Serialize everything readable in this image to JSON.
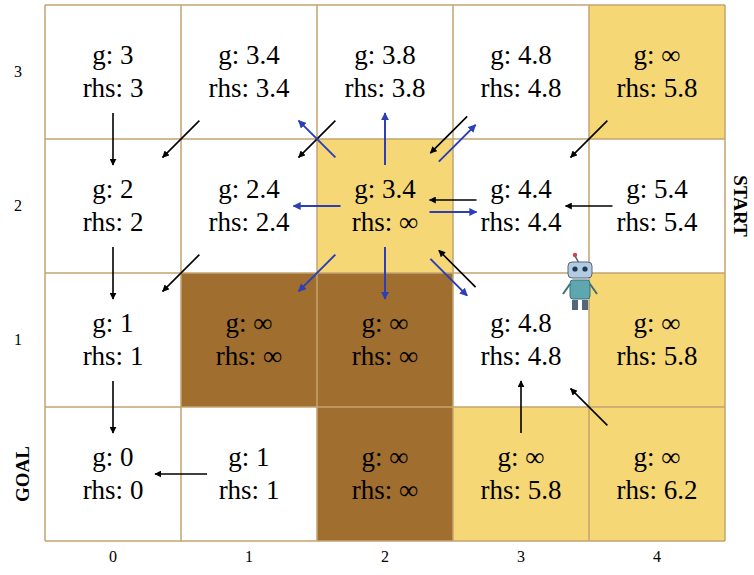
{
  "diagram": {
    "nodes": [
      {
        "text": [
          "g: 3",
          "rhs: 3"
        ]
      },
      {
        "text": [
          "g: 3.4",
          "rhs: 3.4"
        ]
      },
      {
        "text": [
          "g: 3.8",
          "rhs: 3.8"
        ]
      },
      {
        "text": [
          "g: 4.8",
          "rhs: 4.8"
        ]
      },
      {
        "text": [
          "g: ∞",
          "rhs: 5.8"
        ]
      },
      {
        "text": [
          "g: 2",
          "rhs: 2"
        ]
      },
      {
        "text": [
          "g: 2.4",
          "rhs: 2.4"
        ]
      },
      {
        "text": [
          "g: 3.4",
          "rhs: ∞"
        ]
      },
      {
        "text": [
          "g: 4.4",
          "rhs: 4.4"
        ]
      },
      {
        "text": [
          "g: 5.4",
          "rhs: 5.4"
        ]
      },
      {
        "text": [
          "g: 1",
          "rhs: 1"
        ]
      },
      {
        "text": [
          "g: ∞",
          "rhs: ∞"
        ]
      },
      {
        "text": [
          "g: ∞",
          "rhs: ∞"
        ]
      },
      {
        "text": [
          "g: 4.8",
          "rhs: 4.8"
        ]
      },
      {
        "text": [
          "g: ∞",
          "rhs: 5.8"
        ]
      },
      {
        "text": [
          "g: 0",
          "rhs: 0"
        ]
      },
      {
        "text": [
          "g: 1",
          "rhs: 1"
        ]
      },
      {
        "text": [
          "g: ∞",
          "rhs: ∞"
        ]
      },
      {
        "text": [
          "g: ∞",
          "rhs: 5.8"
        ]
      },
      {
        "text": [
          "g: ∞",
          "rhs: 6.2"
        ]
      }
    ],
    "edges": [
      {
        "from": 0,
        "to": 5,
        "arrow": "to"
      },
      {
        "from": 1,
        "to": 5,
        "arrow": "to"
      },
      {
        "from": 2,
        "to": 6,
        "arrow": "to"
      },
      {
        "from": 3,
        "to": 7,
        "arrow": "to"
      },
      {
        "from": 4,
        "to": 8,
        "arrow": "to"
      },
      {
        "from": 5,
        "to": 10,
        "arrow": "to"
      },
      {
        "from": 6,
        "to": 10,
        "arrow": "to"
      },
      {
        "from": 8,
        "to": 7,
        "arrow": "to"
      },
      {
        "from": 9,
        "to": 8,
        "arrow": "to"
      },
      {
        "from": 13,
        "to": 7,
        "arrow": "to"
      },
      {
        "from": 10,
        "to": 15,
        "arrow": "to"
      },
      {
        "from": 16,
        "to": 15,
        "arrow": "to"
      },
      {
        "from": 18,
        "to": 13,
        "arrow": "to"
      },
      {
        "from": 19,
        "to": 13,
        "arrow": "to"
      },
      {
        "from": 7,
        "to": 1,
        "arrow": "to"
      },
      {
        "from": 7,
        "to": 2,
        "arrow": "to"
      },
      {
        "from": 7,
        "to": 3,
        "arrow": "to"
      },
      {
        "from": 7,
        "to": 6,
        "arrow": "to"
      },
      {
        "from": 7,
        "to": 8,
        "arrow": "to"
      },
      {
        "from": 7,
        "to": 11,
        "arrow": "to"
      },
      {
        "from": 7,
        "to": 12,
        "arrow": "to"
      },
      {
        "from": 7,
        "to": 13,
        "arrow": "to"
      }
    ],
    "labels": [
      "3",
      "2",
      "START",
      "1",
      "GOAL",
      "0",
      "1",
      "2",
      "3",
      "4"
    ]
  }
}
